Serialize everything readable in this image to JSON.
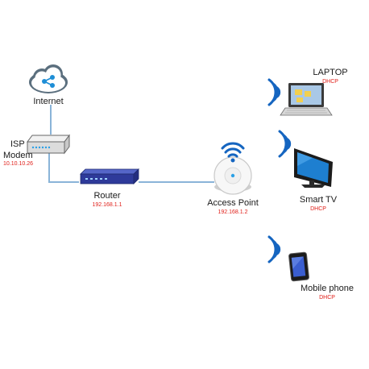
{
  "nodes": {
    "internet": {
      "label": "Internet"
    },
    "isp_modem": {
      "label_line1": "ISP",
      "label_line2": "Modem",
      "ip": "10.10.10.26"
    },
    "router": {
      "label": "Router",
      "ip": "192.168.1.1"
    },
    "access_point": {
      "label": "Access Point",
      "ip": "192.168.1.2"
    },
    "laptop": {
      "label": "LAPTOP",
      "ip": "DHCP"
    },
    "smart_tv": {
      "label": "Smart TV",
      "ip": "DHCP"
    },
    "mobile_phone": {
      "label": "Mobile phone",
      "ip": "DHCP"
    }
  },
  "icons": [
    "cloud-share-icon",
    "modem-icon",
    "router-icon",
    "access-point-icon",
    "wifi-icon",
    "laptop-icon",
    "tv-icon",
    "phone-icon"
  ],
  "colors": {
    "link": "#8ab4d8",
    "wifi": "#1565c0",
    "ip_text": "#e0201a",
    "router_blue": "#2e3a9a",
    "tv_screen": "#1e7fd0"
  }
}
